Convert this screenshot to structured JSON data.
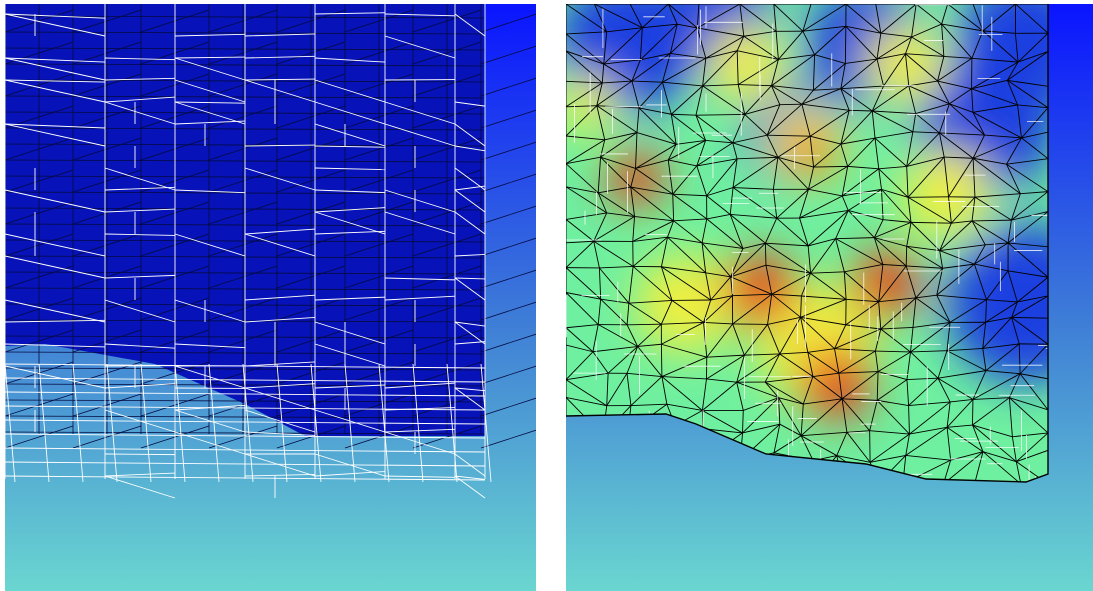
{
  "figure": {
    "panels": [
      {
        "id": "left",
        "view": "mesh-with-uniform-field",
        "colors": {
          "background_top": "#0a14ff",
          "background_mid": "#3f7fd6",
          "background_bottom": "#6ad6d0",
          "mesh_fill": "#0713b8",
          "mesh_lines_dark": "#050a40",
          "mesh_lines_light": "#ffffff"
        }
      },
      {
        "id": "right",
        "view": "mesh-with-heatmap-field",
        "colors": {
          "background_top": "#0a14ff",
          "background_mid": "#3f7fd6",
          "background_bottom": "#6ad6d0",
          "field_low": "#1b3fe0",
          "field_mid": "#6ff0a0",
          "field_high": "#f0f040",
          "field_peak": "#e83a12",
          "mesh_lines_dark": "#000000",
          "mesh_lines_light": "#ffffff"
        }
      }
    ]
  }
}
